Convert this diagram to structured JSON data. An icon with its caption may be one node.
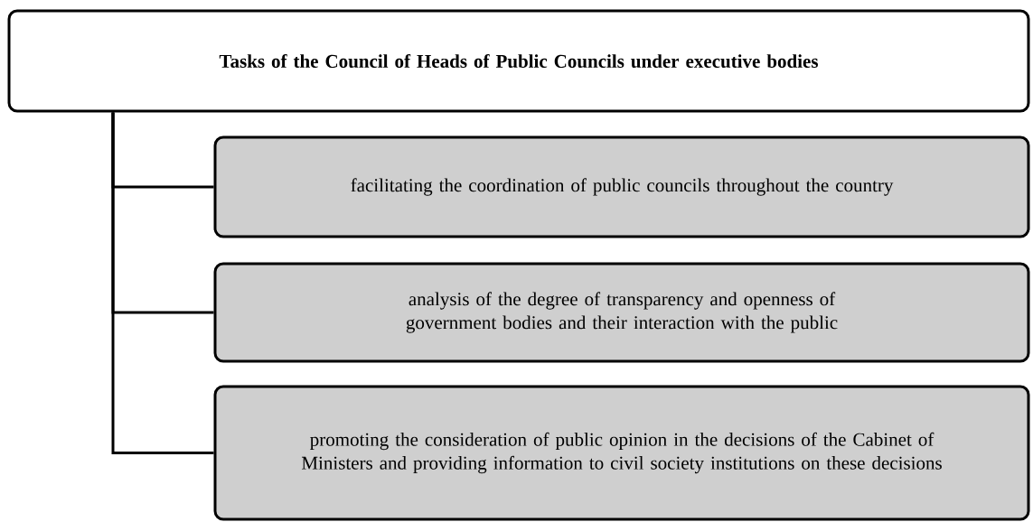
{
  "diagram": {
    "nodes": [
      {
        "text": [
          "Tasks of the Council of Heads of Public Councils under executive bodies"
        ]
      },
      {
        "text": [
          "facilitating the coordination of public councils throughout the country"
        ]
      },
      {
        "text": [
          "analysis of the degree of transparency and openness of government bodies and their interaction with the public"
        ]
      },
      {
        "text": [
          "promoting the consideration of public opinion in the decisions of the Cabinet of Ministers and providing information to civil society institutions on these decisions"
        ]
      }
    ],
    "edges": [
      {
        "from": 0,
        "to": 1,
        "arrow": "none"
      },
      {
        "from": 0,
        "to": 2,
        "arrow": "none"
      },
      {
        "from": 0,
        "to": 3,
        "arrow": "none"
      }
    ]
  }
}
